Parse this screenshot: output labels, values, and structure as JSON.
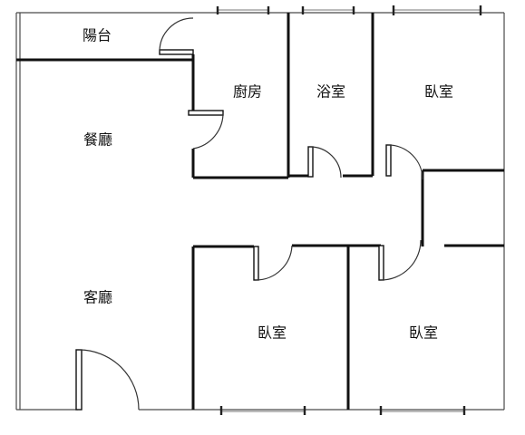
{
  "rooms": {
    "balcony": "陽台",
    "kitchen": "廚房",
    "bathroom": "浴室",
    "bedroom_top_right": "臥室",
    "dining": "餐廳",
    "living": "客廳",
    "bedroom_bottom_middle": "臥室",
    "bedroom_bottom_right": "臥室"
  }
}
